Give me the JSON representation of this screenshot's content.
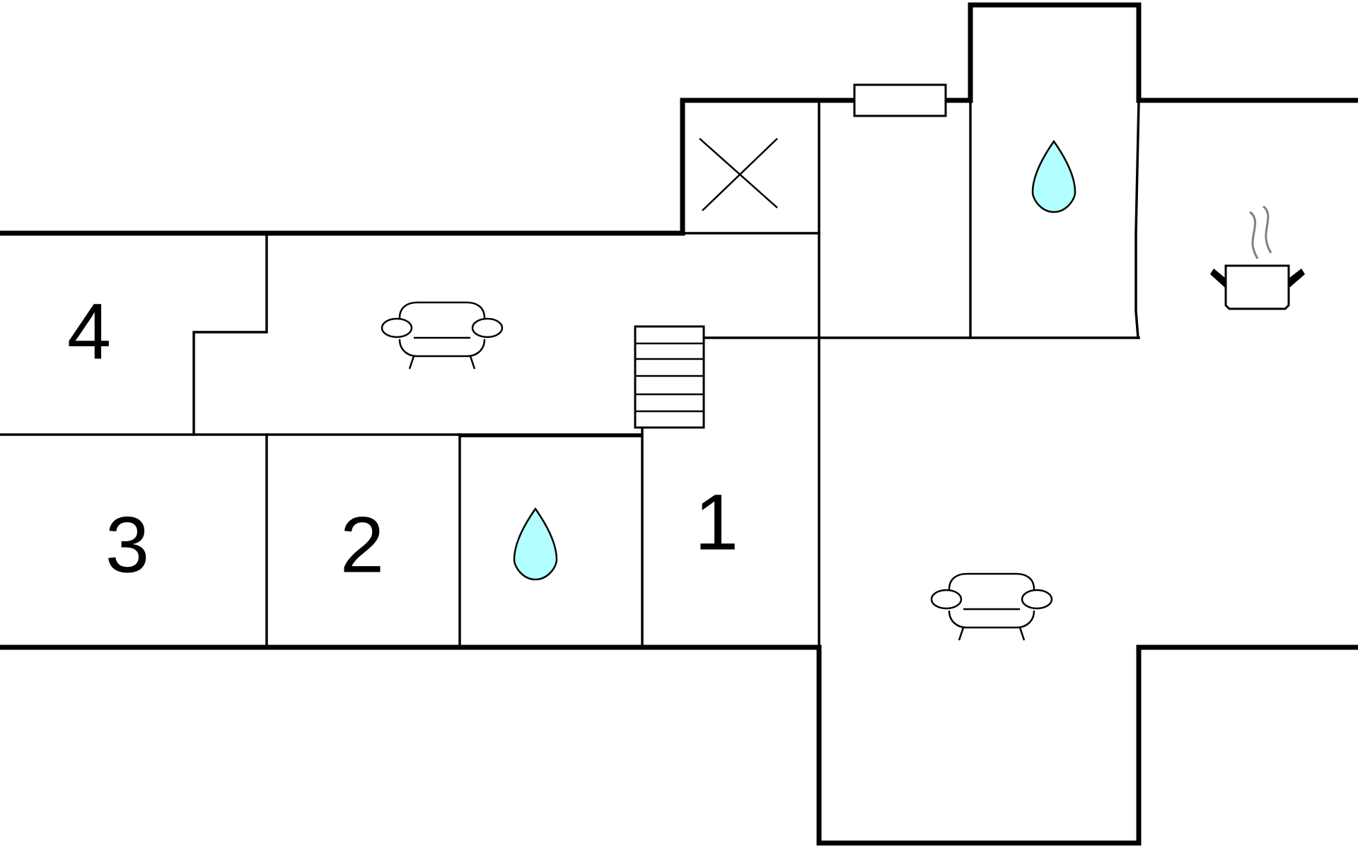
{
  "rooms": {
    "r1": {
      "label": "1"
    },
    "r2": {
      "label": "2"
    },
    "r3": {
      "label": "3"
    },
    "r4": {
      "label": "4"
    }
  },
  "icons": [
    "sofa-icon",
    "sofa-icon",
    "water-drop-icon",
    "water-drop-icon",
    "cooking-pot-icon",
    "staircase-icon",
    "window-icon",
    "cross-mark-icon"
  ],
  "colors": {
    "walls": "#000000",
    "water_fill": "#b3ffff",
    "steam": "#808080",
    "background": "#ffffff"
  }
}
